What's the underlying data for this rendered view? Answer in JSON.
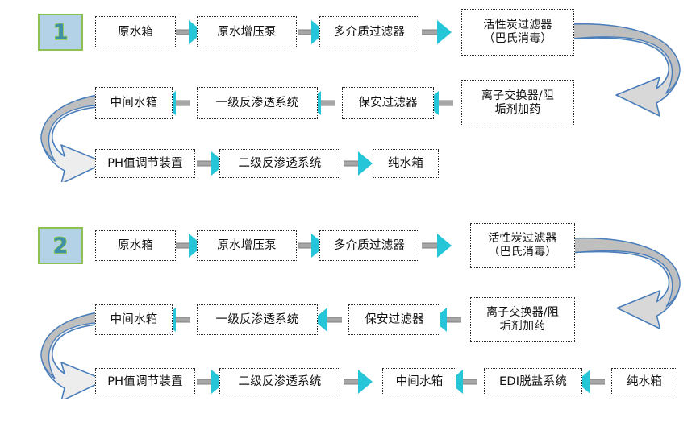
{
  "page": {
    "title": "水处理工艺流程图",
    "background": "#ffffff"
  },
  "colors": {
    "badge_fill": "#b4d2e7",
    "badge_border": "#8ec152",
    "badge_text": "#3f8fa8",
    "arrow_head": "#26c6d8",
    "connector_bar": "#a6a6a6",
    "node_border": "#2a2a2a",
    "uturn_stroke": "#4a7ebb",
    "uturn_fill_dark": "#bfbfbf",
    "uturn_fill_light": "#ededed"
  },
  "diagrams": [
    {
      "badge": "1",
      "rows": [
        {
          "direction": "right",
          "nodes": [
            "原水箱",
            "原水增压泵",
            "多介质过滤器",
            "活性炭过滤器\n（巴氏消毒）"
          ]
        },
        {
          "direction": "left",
          "nodes": [
            "中间水箱",
            "一级反渗透系统",
            "保安过滤器",
            "离子交换器/阻\n垢剂加药"
          ]
        },
        {
          "direction": "right",
          "nodes": [
            "PH值调节装置",
            "二级反渗透系统",
            "纯水箱"
          ]
        }
      ],
      "uturns": [
        {
          "side": "right",
          "label": "uturn-right-1"
        },
        {
          "side": "left",
          "label": "uturn-left-1"
        }
      ]
    },
    {
      "badge": "2",
      "rows": [
        {
          "direction": "right",
          "nodes": [
            "原水箱",
            "原水增压泵",
            "多介质过滤器",
            "活性炭过滤器\n（巴氏消毒）"
          ]
        },
        {
          "direction": "left",
          "nodes": [
            "中间水箱",
            "一级反渗透系统",
            "保安过滤器",
            "离子交换器/阻\n垢剂加药"
          ]
        },
        {
          "direction": "right",
          "nodes": [
            "PH值调节装置",
            "二级反渗透系统",
            "中间水箱",
            "EDI脱盐系统",
            "纯水箱"
          ]
        }
      ],
      "uturns": [
        {
          "side": "right",
          "label": "uturn-right-2"
        },
        {
          "side": "left",
          "label": "uturn-left-2"
        }
      ]
    }
  ]
}
